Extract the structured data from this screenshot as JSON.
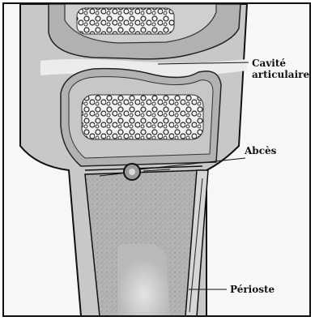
{
  "diagram": {
    "labels": {
      "cavity_line1": "Cavité",
      "cavity_line2": "articulaire",
      "abscess": "Abcès",
      "periosteum": "Périoste"
    },
    "colors": {
      "background": "#f7f7f7",
      "bone_gray": "#a9a9a9",
      "cartilage": "#d0d0d0",
      "marrow_light": "#e7e7e7",
      "outline": "#111111"
    }
  }
}
